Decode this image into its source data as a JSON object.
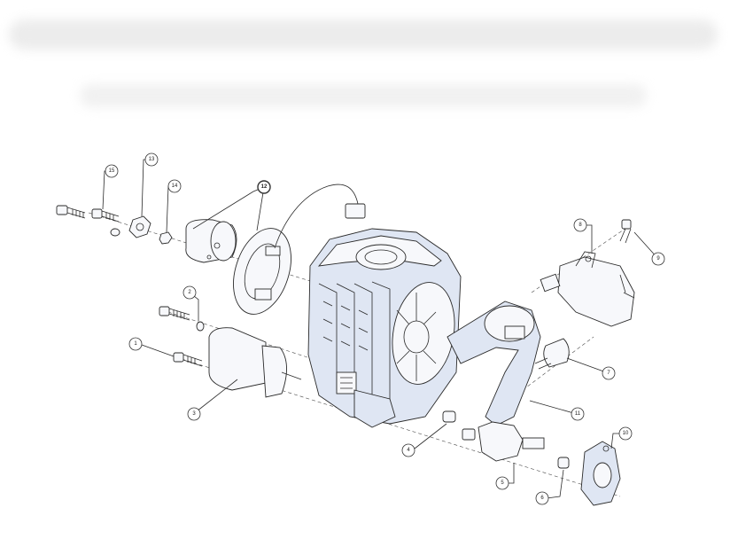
{
  "callouts": [
    {
      "id": "c1",
      "label": "1"
    },
    {
      "id": "c2",
      "label": "2"
    },
    {
      "id": "c3",
      "label": "3"
    },
    {
      "id": "c4",
      "label": "4"
    },
    {
      "id": "c5",
      "label": "5"
    },
    {
      "id": "c6",
      "label": "6"
    },
    {
      "id": "c7",
      "label": "7"
    },
    {
      "id": "c8",
      "label": "8"
    },
    {
      "id": "c9",
      "label": "9"
    },
    {
      "id": "c10",
      "label": "10"
    },
    {
      "id": "c11",
      "label": "11"
    },
    {
      "id": "c12",
      "label": "12"
    },
    {
      "id": "c13",
      "label": "13"
    },
    {
      "id": "c14",
      "label": "14"
    },
    {
      "id": "c15",
      "label": "15"
    }
  ],
  "colors": {
    "line": "#2a2a2a",
    "housing_tint": "#dfe6f3",
    "background": "#ffffff"
  }
}
